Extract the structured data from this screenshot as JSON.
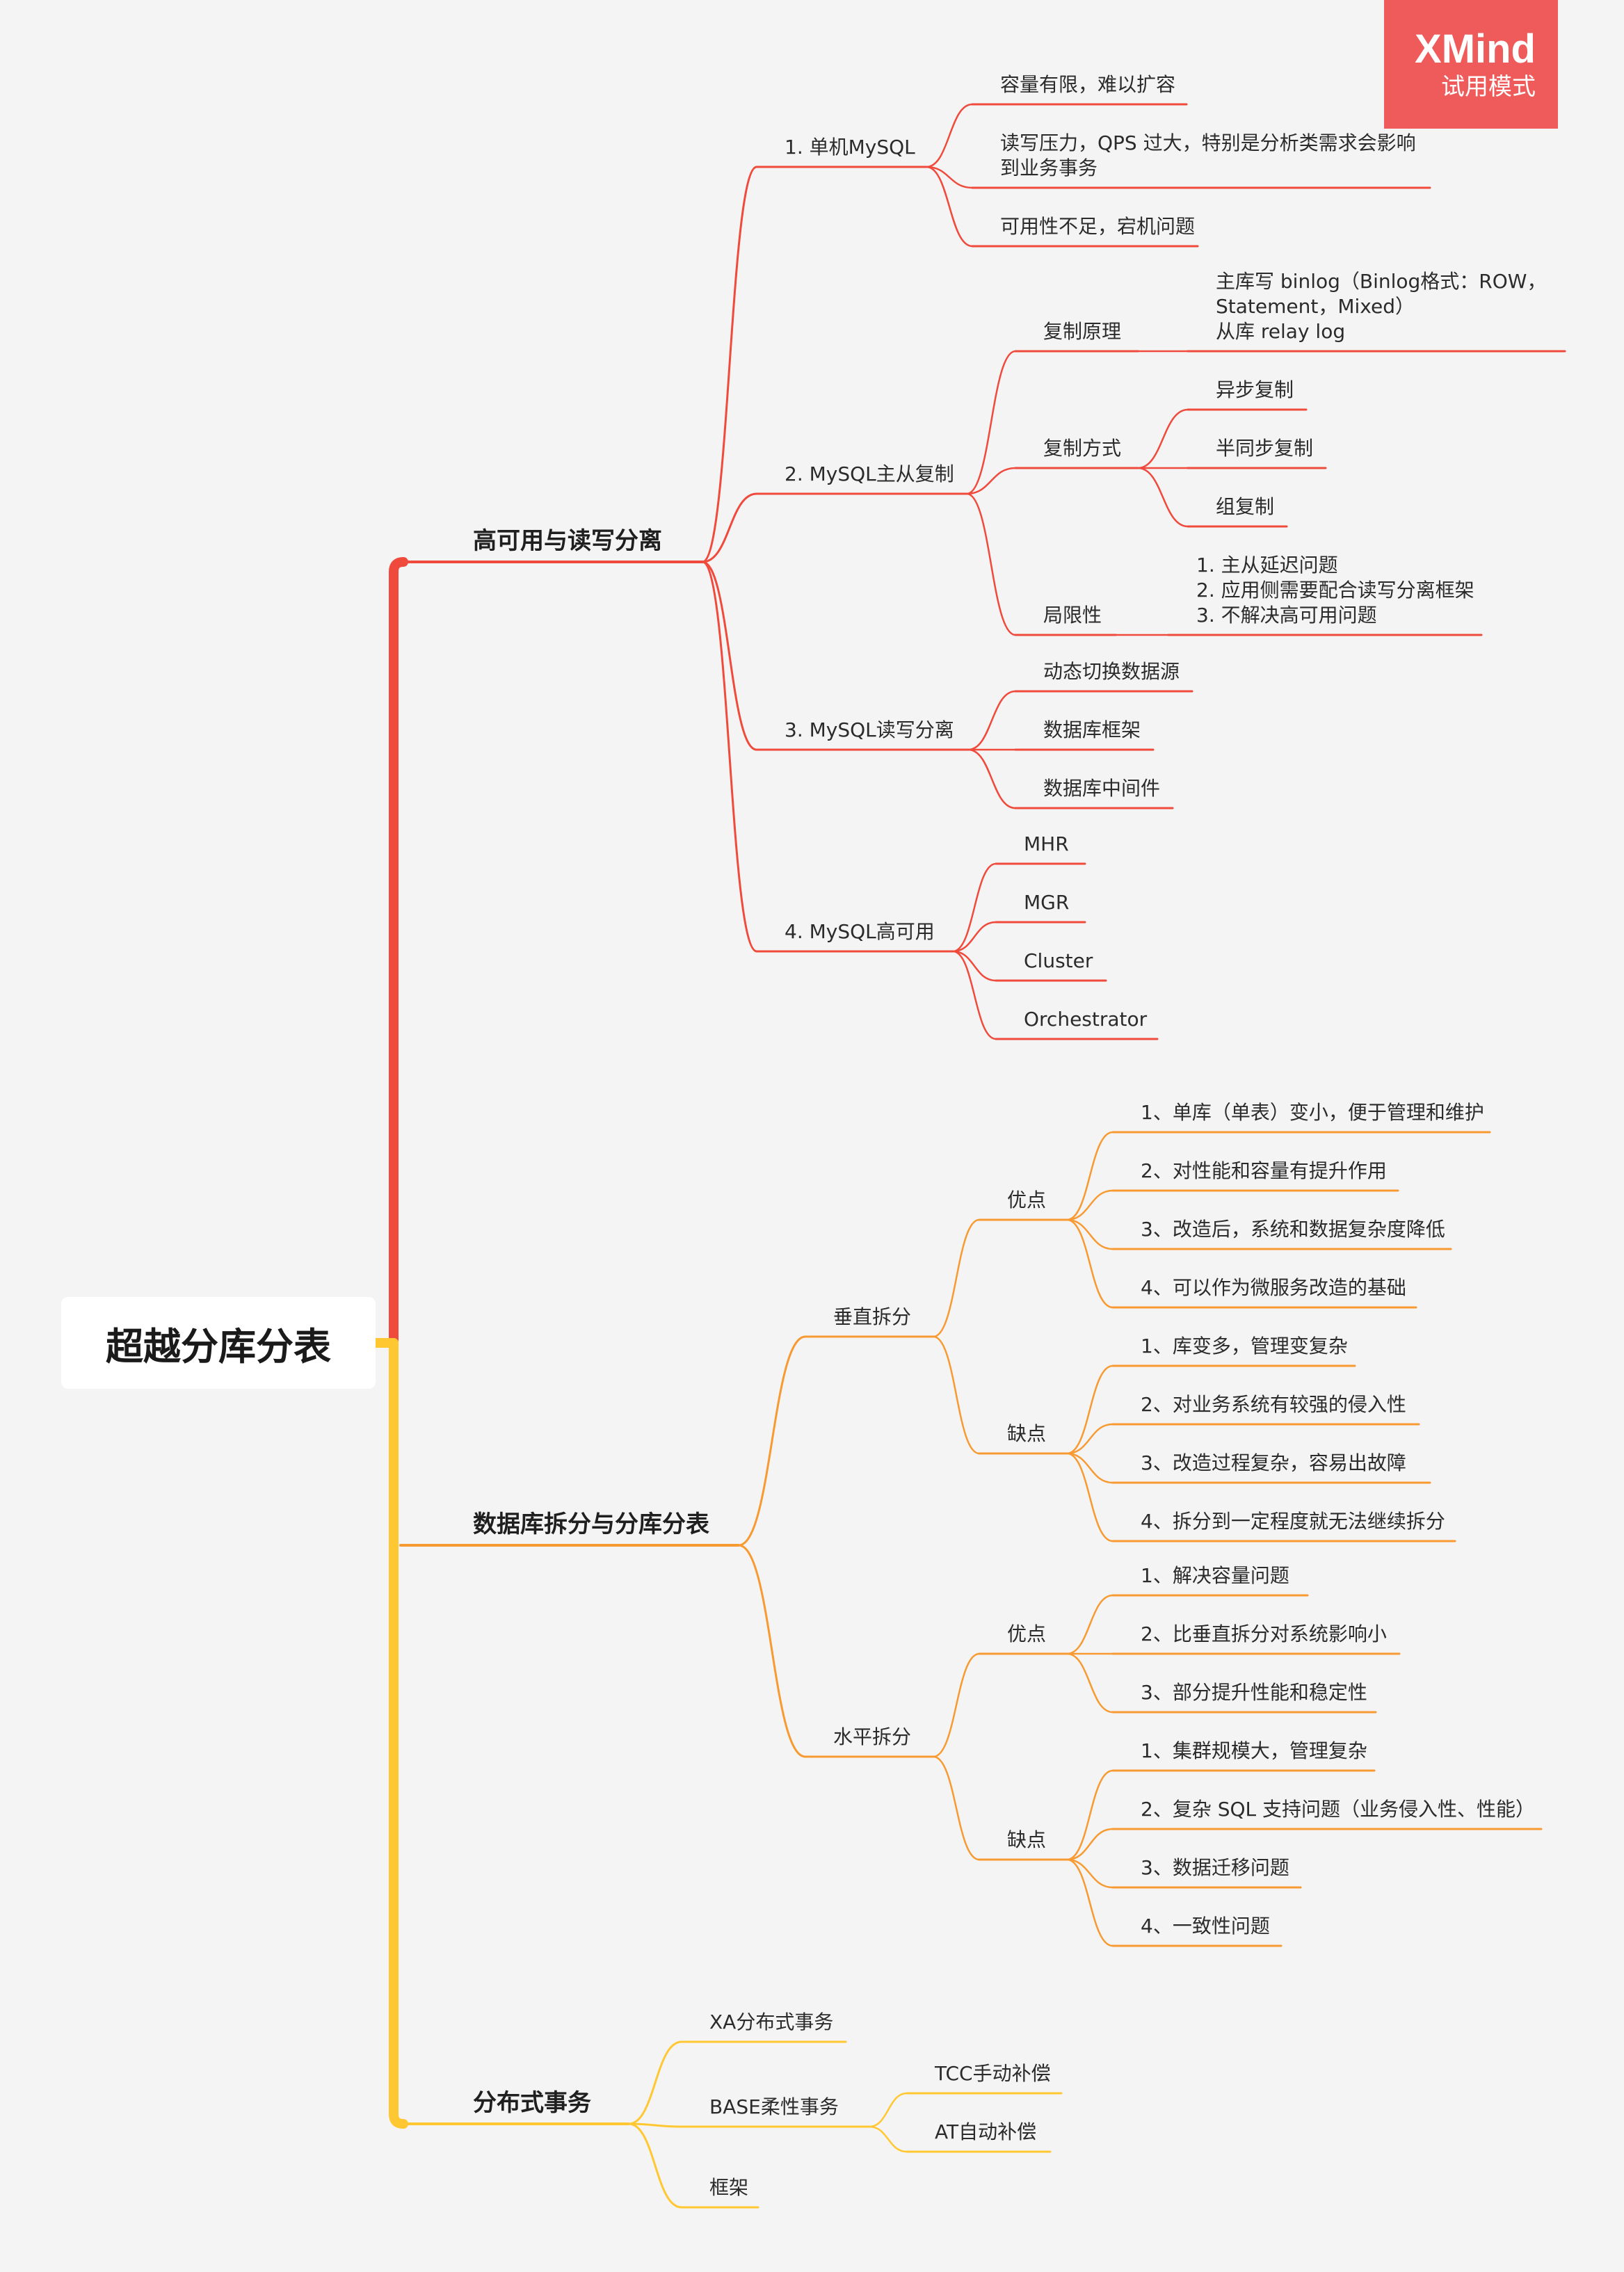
{
  "colors": {
    "red": "#f04a3c",
    "orange": "#f79a32",
    "yellow": "#ffc833",
    "background": "#f4f4f4"
  },
  "badge": {
    "title": "XMind",
    "subtitle": "试用模式"
  },
  "root": "超越分库分表",
  "branches": [
    {
      "label": "高可用与读写分离",
      "color": "red",
      "children": [
        {
          "label": "1. 单机MySQL",
          "children": [
            {
              "label": "容量有限，难以扩容"
            },
            {
              "label": "读写压力，QPS 过大，特别是分析类需求会影响\n到业务事务"
            },
            {
              "label": "可用性不足，宕机问题"
            }
          ]
        },
        {
          "label": "2. MySQL主从复制",
          "children": [
            {
              "label": "复制原理",
              "children": [
                {
                  "label": "主库写 binlog（Binlog格式：ROW，\nStatement，Mixed）\n从库 relay log"
                }
              ]
            },
            {
              "label": "复制方式",
              "children": [
                {
                  "label": "异步复制"
                },
                {
                  "label": "半同步复制"
                },
                {
                  "label": "组复制"
                }
              ]
            },
            {
              "label": "局限性",
              "children": [
                {
                  "label": "1. 主从延迟问题\n2. 应用侧需要配合读写分离框架\n3. 不解决高可用问题"
                }
              ]
            }
          ]
        },
        {
          "label": "3. MySQL读写分离",
          "children": [
            {
              "label": "动态切换数据源"
            },
            {
              "label": "数据库框架"
            },
            {
              "label": "数据库中间件"
            }
          ]
        },
        {
          "label": "4. MySQL高可用",
          "children": [
            {
              "label": "MHR"
            },
            {
              "label": "MGR"
            },
            {
              "label": "Cluster"
            },
            {
              "label": "Orchestrator"
            }
          ]
        }
      ]
    },
    {
      "label": "数据库拆分与分库分表",
      "color": "orange",
      "children": [
        {
          "label": "垂直拆分",
          "children": [
            {
              "label": "优点",
              "children": [
                {
                  "label": "1、单库（单表）变小，便于管理和维护"
                },
                {
                  "label": "2、对性能和容量有提升作用"
                },
                {
                  "label": "3、改造后，系统和数据复杂度降低"
                },
                {
                  "label": "4、可以作为微服务改造的基础"
                }
              ]
            },
            {
              "label": "缺点",
              "children": [
                {
                  "label": "1、库变多，管理变复杂"
                },
                {
                  "label": "2、对业务系统有较强的侵入性"
                },
                {
                  "label": "3、改造过程复杂，容易出故障"
                },
                {
                  "label": "4、拆分到一定程度就无法继续拆分"
                }
              ]
            }
          ]
        },
        {
          "label": "水平拆分",
          "children": [
            {
              "label": "优点",
              "children": [
                {
                  "label": "1、解决容量问题"
                },
                {
                  "label": "2、比垂直拆分对系统影响小"
                },
                {
                  "label": "3、部分提升性能和稳定性"
                }
              ]
            },
            {
              "label": "缺点",
              "children": [
                {
                  "label": "1、集群规模大，管理复杂"
                },
                {
                  "label": "2、复杂 SQL 支持问题（业务侵入性、性能）"
                },
                {
                  "label": "3、数据迁移问题"
                },
                {
                  "label": "4、一致性问题"
                }
              ]
            }
          ]
        }
      ]
    },
    {
      "label": "分布式事务",
      "color": "yellow",
      "children": [
        {
          "label": "XA分布式事务"
        },
        {
          "label": "BASE柔性事务",
          "children": [
            {
              "label": "TCC手动补偿"
            },
            {
              "label": "AT自动补偿"
            }
          ]
        },
        {
          "label": "框架"
        }
      ]
    }
  ]
}
